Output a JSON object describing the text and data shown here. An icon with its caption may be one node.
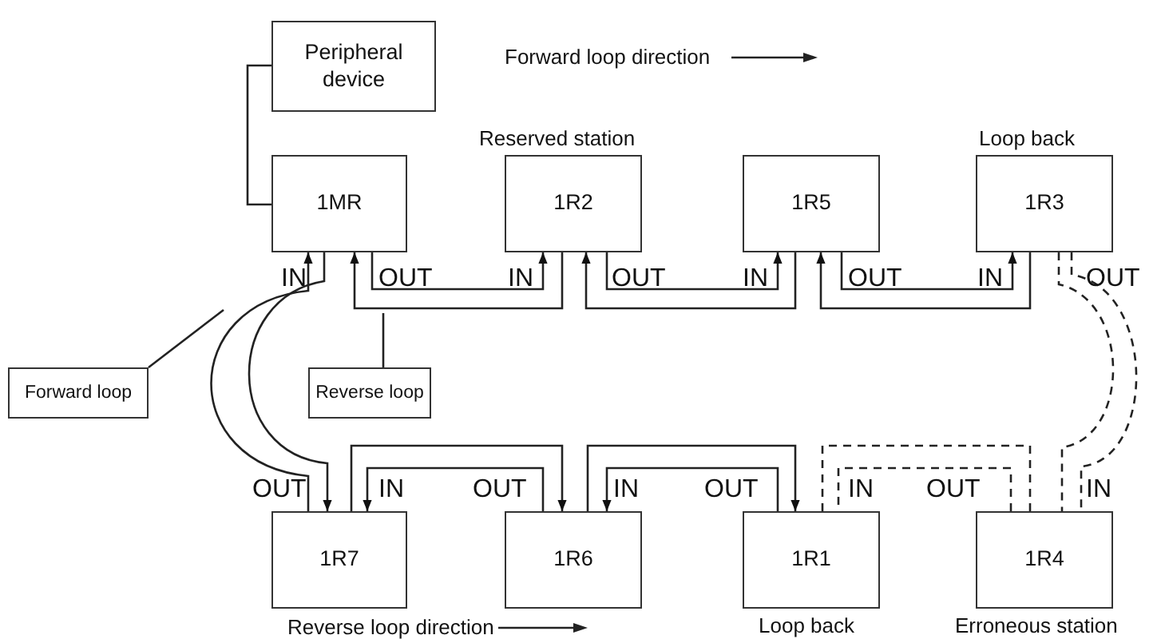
{
  "diagram": {
    "nodes": [
      {
        "text": [
          "Peripheral device"
        ]
      },
      {
        "text": [
          "1MR"
        ]
      },
      {
        "text": [
          "1R2"
        ],
        "beside": [
          "Reserved station"
        ]
      },
      {
        "text": [
          "1R5"
        ]
      },
      {
        "text": [
          "1R3"
        ],
        "beside": [
          "Loop back"
        ]
      },
      {
        "text": [
          "1R7"
        ]
      },
      {
        "text": [
          "1R6"
        ]
      },
      {
        "text": [
          "1R1"
        ],
        "beside": [
          "Loop back"
        ]
      },
      {
        "text": [
          "1R4"
        ],
        "beside": [
          "Erroneous station"
        ]
      },
      {
        "text": [
          "Forward loop"
        ]
      },
      {
        "text": [
          "Reverse loop"
        ]
      }
    ],
    "edges": [
      {
        "from": 0,
        "to": 1,
        "arrow": "none"
      },
      {
        "from": 1,
        "to": 2,
        "arrow": "to"
      },
      {
        "from": 2,
        "to": 1,
        "arrow": "to"
      },
      {
        "from": 2,
        "to": 3,
        "arrow": "to"
      },
      {
        "from": 3,
        "to": 2,
        "arrow": "to"
      },
      {
        "from": 3,
        "to": 4,
        "arrow": "to"
      },
      {
        "from": 4,
        "to": 3,
        "arrow": "to"
      },
      {
        "from": 4,
        "to": 8,
        "arrow": "none",
        "style": "dashed"
      },
      {
        "from": 4,
        "to": 8,
        "arrow": "none",
        "style": "dashed"
      },
      {
        "from": 8,
        "to": 7,
        "arrow": "none",
        "style": "dashed"
      },
      {
        "from": 8,
        "to": 7,
        "arrow": "none",
        "style": "dashed"
      },
      {
        "from": 5,
        "to": 6,
        "arrow": "to"
      },
      {
        "from": 6,
        "to": 5,
        "arrow": "to"
      },
      {
        "from": 6,
        "to": 7,
        "arrow": "to"
      },
      {
        "from": 7,
        "to": 6,
        "arrow": "to"
      },
      {
        "from": 5,
        "to": 1,
        "arrow": "to"
      },
      {
        "from": 1,
        "to": 5,
        "arrow": "to"
      },
      {
        "from": 9,
        "to": null,
        "arrow": "none"
      },
      {
        "from": 10,
        "to": null,
        "arrow": "none"
      }
    ],
    "labels": [
      "Forward loop direction",
      "IN",
      "OUT",
      "IN",
      "OUT",
      "IN",
      "OUT",
      "IN",
      "OUT",
      "OUT",
      "IN",
      "OUT",
      "IN",
      "OUT",
      "IN",
      "OUT",
      "IN",
      "Reverse loop direction"
    ]
  }
}
